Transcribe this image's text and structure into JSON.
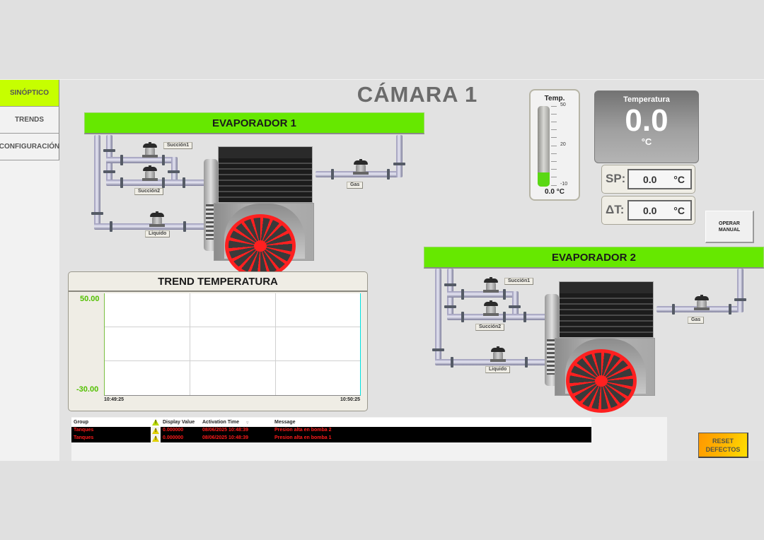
{
  "sidebar": {
    "items": [
      {
        "label": "SINÓPTICO",
        "active": true
      },
      {
        "label": "TRENDS",
        "active": false
      },
      {
        "label": "CONFIGURACIÓN",
        "active": false
      }
    ]
  },
  "header": {
    "title": "CÁMARA 1"
  },
  "evaporator1": {
    "title": "EVAPORADOR 1",
    "tags": {
      "succion1": "Succión1",
      "succion2": "Succión2",
      "liquido": "Liquido",
      "gas": "Gas"
    }
  },
  "evaporator2": {
    "title": "EVAPORADOR 2",
    "tags": {
      "succion1": "Succión1",
      "succion2": "Succión2",
      "liquido": "Liquido",
      "gas": "Gas"
    }
  },
  "thermometer": {
    "label": "Temp.",
    "scale_max": "50",
    "scale_mid": "20",
    "scale_min": "-10",
    "value_text": "0.0 °C",
    "fill_color": "#5ad814"
  },
  "temperature_display": {
    "title": "Temperatura",
    "value": "0.0",
    "unit": "°C"
  },
  "setpoint": {
    "label": "SP:",
    "value": "0.0",
    "unit": "°C"
  },
  "delta_t": {
    "label": "ΔT:",
    "value": "0.0",
    "unit": "°C"
  },
  "buttons": {
    "operar_manual": "OPERAR MANUAL",
    "reset_defectos": "RESET DEFECTOS"
  },
  "trend": {
    "title": "TREND TEMPERATURA",
    "y_max": "50.00",
    "y_min": "-30.00",
    "x_start": "10:49:25",
    "x_end": "10:50:25"
  },
  "alarms": {
    "columns": [
      "Group",
      "",
      "Display Value",
      "Activation Time",
      "Message"
    ],
    "rows": [
      {
        "group": "Tanques",
        "icon": "warning-icon",
        "display_value": "0.000000",
        "activation_time": "08/06/2025 10:48:39",
        "message": "Presion alta en bomba 2"
      },
      {
        "group": "Tanques",
        "icon": "warning-icon",
        "display_value": "0.000000",
        "activation_time": "08/06/2025 10:48:39",
        "message": "Presion alta en bomba 1"
      }
    ],
    "text_color": "#ff1a1a"
  },
  "colors": {
    "accent_green": "#66e800",
    "nav_active": "#c6ff00",
    "reset_orange": "#ffb400"
  }
}
